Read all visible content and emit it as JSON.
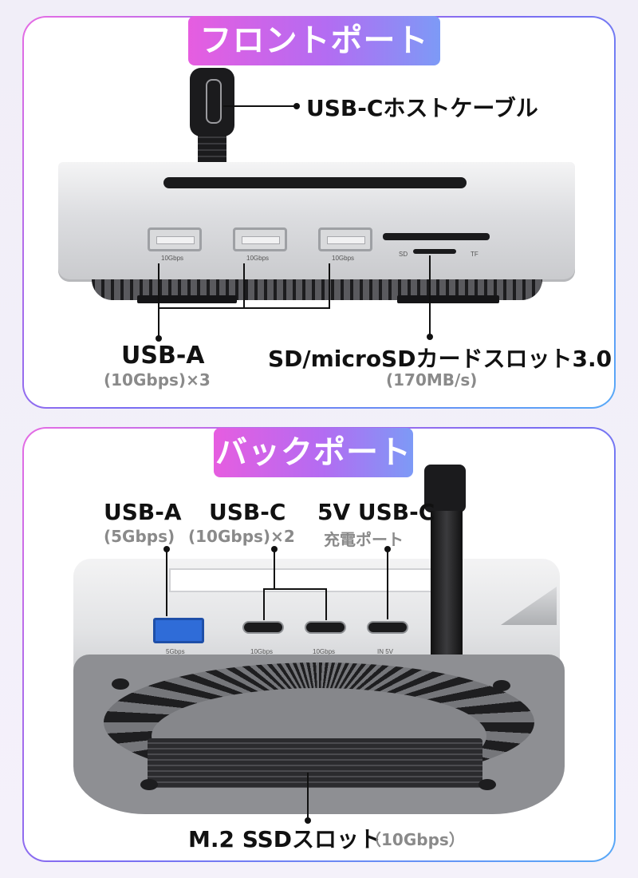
{
  "front": {
    "title": "フロントポート",
    "cable_label": "USB-Cホストケーブル",
    "usba_label": "USB-A",
    "usba_sub": "(10Gbps)×3",
    "sd_label": "SD/microSDカードスロット3.0",
    "sd_sub": "(170MB/s)",
    "port_tag_usba": "10Gbps",
    "tag_sd": "SD",
    "tag_tf": "TF"
  },
  "back": {
    "title": "バックポート",
    "usba_label": "USB-A",
    "usba_sub": "(5Gbps)",
    "usbc_label": "USB-C",
    "usbc_sub": "(10Gbps)×2",
    "charge_label": "5V USB-C",
    "charge_sub": "充電ポート",
    "ssd_label": "M.2 SSDスロット",
    "ssd_sub": "（10Gbps）",
    "tag_usba": "5Gbps",
    "tag_usbc1": "10Gbps",
    "tag_usbc2": "10Gbps",
    "tag_in": "IN 5V"
  },
  "colors": {
    "title_gradient_start": "#e65de0",
    "title_gradient_end": "#7d9af6",
    "usba_blue": "#2f6cd8"
  }
}
